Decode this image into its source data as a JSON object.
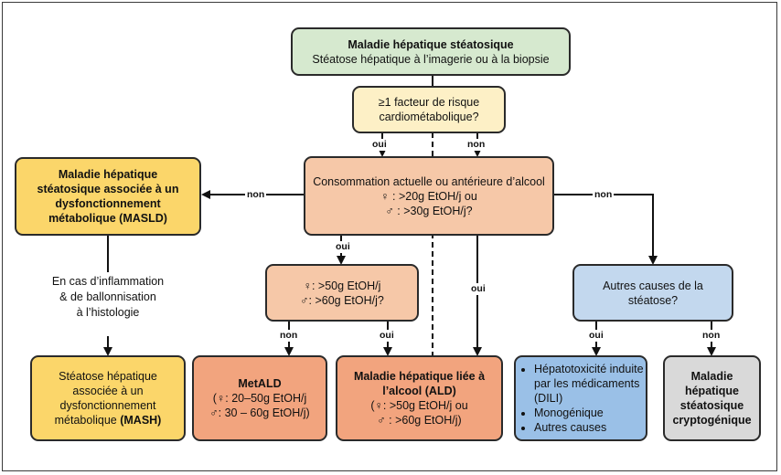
{
  "boxes": {
    "top": {
      "title": "Maladie hépatique stéatosique",
      "subtitle": "Stéatose hépatique à l’imagerie ou à la biopsie"
    },
    "risk": {
      "line1": "≥1 facteur de risque",
      "line2": "cardiométabolique?"
    },
    "alcohol": {
      "line1": "Consommation actuelle ou antérieure d’alcool",
      "female": "♀  : >20g EtOH/j ou",
      "male": "♂    : >30g EtOH/j?"
    },
    "masld": {
      "line1": "Maladie hépatique",
      "line2": "stéatosique associée à un",
      "line3": "dysfonctionnement",
      "line4": "métabolique (MASLD)"
    },
    "threshold": {
      "female": "♀: >50g EtOH/j",
      "male": "♂: >60g EtOH/j?"
    },
    "other_causes": {
      "line1": "Autres causes de la",
      "line2": "stéatose?"
    },
    "mash": {
      "line1": "Stéatose hépatique",
      "line2": "associée à un",
      "line3": "dysfonctionnement",
      "line4_pre": "métabolique ",
      "line4_bold": "(MASH)"
    },
    "metald": {
      "title": "MetALD",
      "female": "(♀: 20–50g EtOH/j",
      "male": "♂: 30 – 60g EtOH/j)"
    },
    "ald": {
      "line1": "Maladie hépatique liée à",
      "line2": "l’alcool (ALD)",
      "female": "(♀: >50g EtOH/j ou",
      "male": "♂  : >60g EtOH/j)"
    },
    "dili": {
      "items": [
        "Hépatotoxicité induite par les médicaments (DILI)",
        "Monogénique",
        "Autres causes"
      ]
    },
    "crypto": {
      "line1": "Maladie",
      "line2": "hépatique",
      "line3": "stéatosique",
      "line4": "cryptogénique"
    }
  },
  "side_note": {
    "line1": "En cas d’inflammation",
    "line2": "& de ballonnisation",
    "line3": "à l’histologie"
  },
  "edge_labels": {
    "oui_left": "oui",
    "non_right": "non",
    "non_masld": "non",
    "non_other": "non",
    "oui_threshold": "oui",
    "oui_ald": "oui",
    "non_metald": "non",
    "oui_ald2": "oui",
    "oui_dili": "oui",
    "non_crypto": "non"
  },
  "colors": {
    "green": "#d6e9cf",
    "yellow_light": "#fdf0c6",
    "peach": "#f6c8a8",
    "yellow": "#fbd66a",
    "salmon": "#f2a47e",
    "blue_light": "#c3d8ee",
    "blue": "#9ac0e7",
    "gray": "#d9d9d9"
  }
}
